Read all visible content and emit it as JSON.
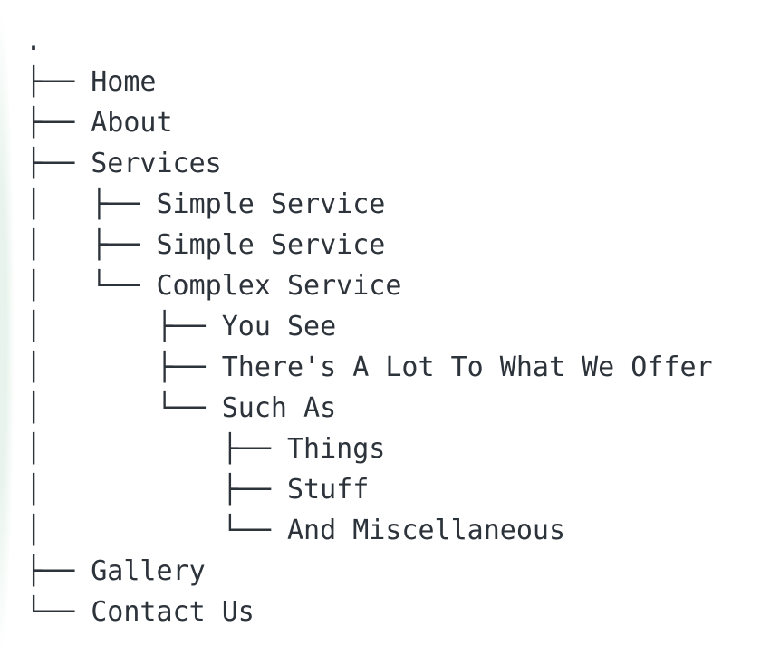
{
  "page": {
    "background_color": "#ffffff",
    "left_edge_accent_color": "#e8f3ed",
    "text_color": "#2d333a"
  },
  "tree": {
    "root_label": ".",
    "lines": [
      {
        "prefix": "",
        "label": "."
      },
      {
        "prefix": "├── ",
        "label": "Home"
      },
      {
        "prefix": "├── ",
        "label": "About"
      },
      {
        "prefix": "├── ",
        "label": "Services"
      },
      {
        "prefix": "│   ├── ",
        "label": "Simple Service"
      },
      {
        "prefix": "│   ├── ",
        "label": "Simple Service"
      },
      {
        "prefix": "│   └── ",
        "label": "Complex Service"
      },
      {
        "prefix": "│       ├── ",
        "label": "You See"
      },
      {
        "prefix": "│       ├── ",
        "label": "There's A Lot To What We Offer"
      },
      {
        "prefix": "│       └── ",
        "label": "Such As"
      },
      {
        "prefix": "│           ├── ",
        "label": "Things"
      },
      {
        "prefix": "│           ├── ",
        "label": "Stuff"
      },
      {
        "prefix": "│           └── ",
        "label": "And Miscellaneous"
      },
      {
        "prefix": "├── ",
        "label": "Gallery"
      },
      {
        "prefix": "└── ",
        "label": "Contact Us"
      }
    ]
  }
}
